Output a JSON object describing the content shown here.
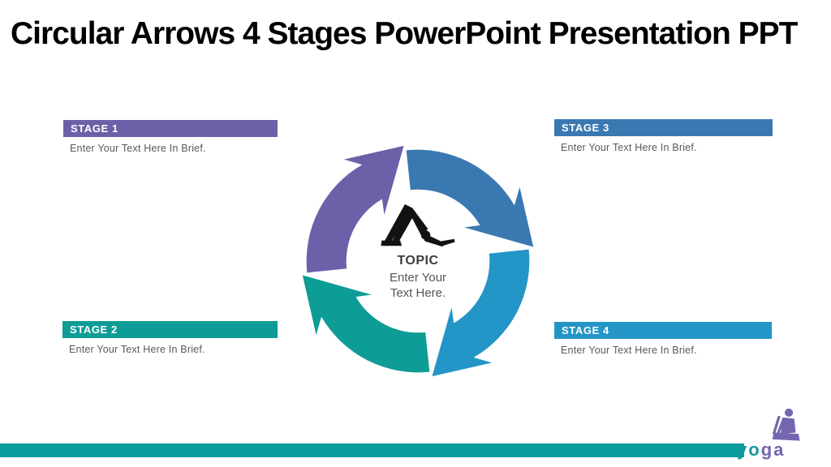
{
  "slide": {
    "title": "Circular Arrows 4 Stages PowerPoint Presentation PPT"
  },
  "stages": [
    {
      "label": "STAGE 1",
      "description": "Enter Your Text Here In Brief.",
      "color": "#6A61A8"
    },
    {
      "label": "STAGE 2",
      "description": "Enter Your Text Here In Brief.",
      "color": "#0E9C96"
    },
    {
      "label": "STAGE 3",
      "description": "Enter Your Text Here In Brief.",
      "color": "#3A78B2"
    },
    {
      "label": "STAGE 4",
      "description": "Enter Your Text Here In Brief.",
      "color": "#2395C6"
    }
  ],
  "diagram": {
    "type": "circular-arrows-cycle",
    "colors": {
      "purple": "#6A61A8",
      "steel_blue": "#3A78B2",
      "light_blue": "#2395C6",
      "teal": "#0E9C96"
    },
    "center": {
      "icon": "yoga-pose-icon",
      "topic_label": "TOPIC",
      "topic_text": "Enter Your Text Here."
    }
  },
  "footer": {
    "bar_color": "#0A9C9C",
    "logo": {
      "icon": "yoga-person-icon",
      "text_teal": "yo",
      "text_purple": "ga",
      "text_color_teal": "#16999E",
      "text_color_purple": "#7465AE"
    }
  }
}
